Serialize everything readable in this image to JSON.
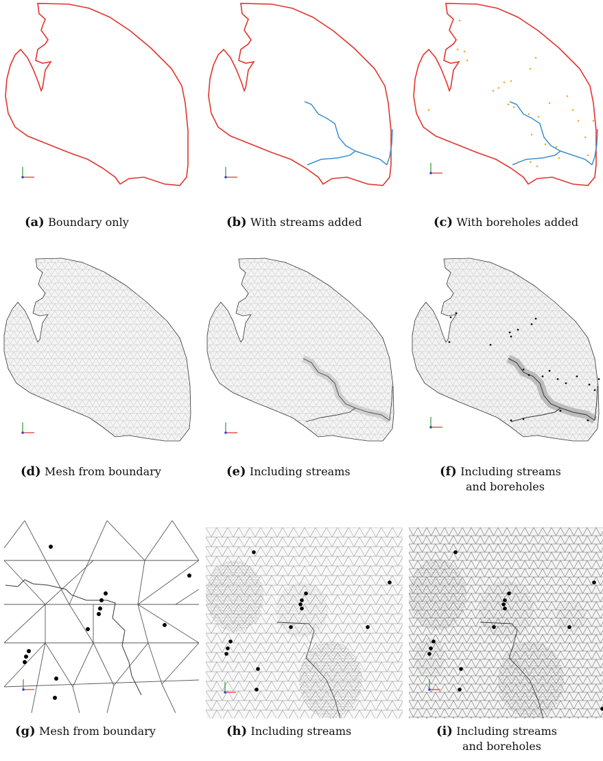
{
  "captions": {
    "a": {
      "label": "(a)",
      "text": "Boundary only"
    },
    "b": {
      "label": "(b)",
      "text": "With streams added"
    },
    "c": {
      "label": "(c)",
      "text": "With boreholes added"
    },
    "d": {
      "label": "(d)",
      "text": "Mesh from boundary"
    },
    "e": {
      "label": "(e)",
      "text": "Including streams"
    },
    "f": {
      "label": "(f)",
      "text": "Including streams",
      "text2": "and boreholes"
    },
    "g": {
      "label": "(g)",
      "text": "Mesh from boundary"
    },
    "h": {
      "label": "(h)",
      "text": "Including streams"
    },
    "i": {
      "label": "(i)",
      "text": "Including streams",
      "text2": "and boreholes"
    }
  },
  "colors": {
    "boundary": "#e0332b",
    "stream": "#3a8fd0",
    "borehole": "#f5a623",
    "mesh": "#9a9a9a",
    "mesh_fill": "#ededed",
    "axis_x": "#e0332b",
    "axis_y": "#2a9a2a",
    "axis_z": "#3344cc"
  }
}
